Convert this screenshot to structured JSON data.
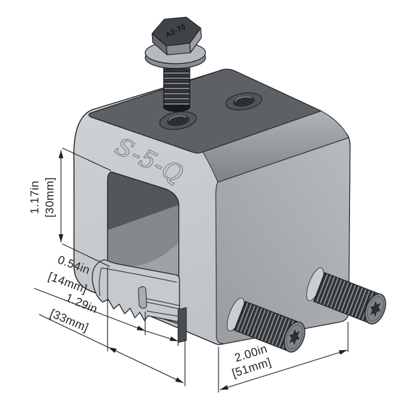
{
  "product": {
    "engraving": "S-5-Q",
    "bolt_marking": "A2-70"
  },
  "dimensions": {
    "opening_height": {
      "inches": "1.17in",
      "metric": "[30mm]"
    },
    "slot_width": {
      "inches": "0.54in",
      "metric": "[14mm]"
    },
    "base_width": {
      "inches": "1.29in",
      "metric": "[33mm]"
    },
    "depth": {
      "inches": "2.00in",
      "metric": "[51mm]"
    }
  },
  "colors": {
    "background": "#ffffff",
    "body_front": "#c7cbce",
    "body_top": "#5d6165",
    "body_right": "#aaaeb2",
    "hardware_dark": "#3a3d41",
    "outline": "#1d1f22",
    "dimension_lines": "#1e2022"
  }
}
